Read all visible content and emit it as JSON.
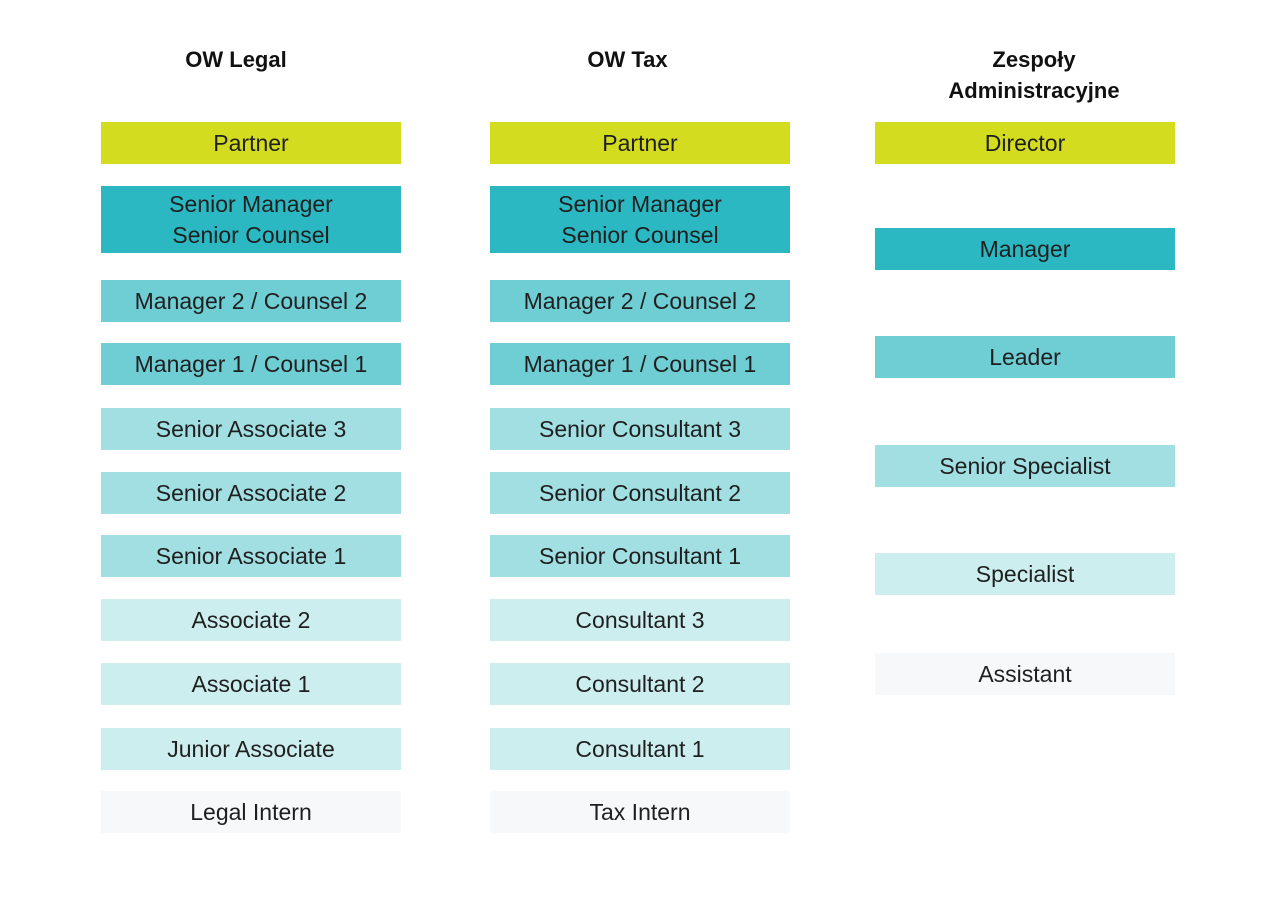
{
  "columns": {
    "legal": {
      "title": "OW Legal",
      "levels": [
        "Partner",
        "Senior Manager\nSenior Counsel",
        "Manager 2 / Counsel 2",
        "Manager 1 / Counsel 1",
        "Senior Associate 3",
        "Senior Associate 2",
        "Senior Associate 1",
        "Associate 2",
        "Associate 1",
        "Junior Associate",
        "Legal Intern"
      ]
    },
    "tax": {
      "title": "OW Tax",
      "levels": [
        "Partner",
        "Senior Manager\nSenior Counsel",
        "Manager 2 / Counsel 2",
        "Manager 1 / Counsel 1",
        "Senior Consultant 3",
        "Senior Consultant 2",
        "Senior Consultant 1",
        "Consultant 3",
        "Consultant 2",
        "Consultant 1",
        "Tax Intern"
      ]
    },
    "admin": {
      "title": "Zespoły\nAdministracyjne",
      "levels": [
        "Director",
        "Manager",
        "Leader",
        "Senior Specialist",
        "Specialist",
        "Assistant"
      ]
    }
  },
  "colors": {
    "partner": "#d4dc1f",
    "dark_teal": "#2bb8c2",
    "mid_teal": "#6fcdd4",
    "light_teal": "#a1dfe2",
    "pale_teal": "#cdeeef",
    "near_white": "#f6f8f9"
  }
}
